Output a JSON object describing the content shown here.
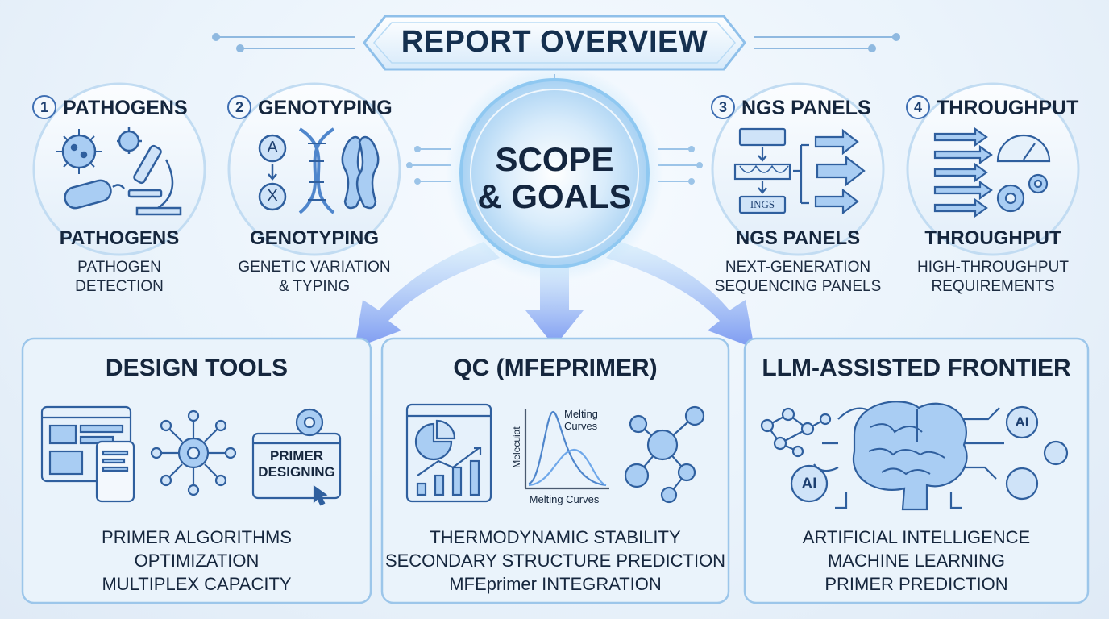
{
  "header": {
    "title": "REPORT OVERVIEW"
  },
  "hub": {
    "line1": "SCOPE",
    "line2": "& GOALS"
  },
  "categories": [
    {
      "number": "1",
      "heading": "PATHOGENS",
      "name": "PATHOGENS",
      "desc": [
        "PATHOGEN",
        "DETECTION"
      ]
    },
    {
      "number": "2",
      "heading": "GENOTYPING",
      "name": "GENOTYPING",
      "desc": [
        "GENETIC VARIATION",
        "& TYPING"
      ]
    },
    {
      "number": "3",
      "heading": "NGS PANELS",
      "name": "NGS PANELS",
      "desc": [
        "NEXT-GENERATION",
        "SEQUENCING PANELS"
      ]
    },
    {
      "number": "4",
      "heading": "THROUGHPUT",
      "name": "THROUGHPUT",
      "desc": [
        "HIGH-THROUGHPUT",
        "REQUIREMENTS"
      ]
    }
  ],
  "icon_labels": {
    "allele_a": "A",
    "allele_x": "X",
    "ngs_box": "INGS",
    "primer_screen": [
      "PRIMER",
      "DESIGNING"
    ],
    "melting_title": [
      "Melting",
      "Curves"
    ],
    "melting_ylabel": "Melecuiat",
    "melting_xlabel": "Melting Curves",
    "ai_badge": "AI"
  },
  "panels": [
    {
      "title": "DESIGN TOOLS",
      "items": [
        "PRIMER ALGORITHMS",
        "OPTIMIZATION",
        "MULTIPLEX CAPACITY"
      ]
    },
    {
      "title": "QC (MFEPRIMER)",
      "items": [
        "THERMODYNAMIC STABILITY",
        "SECONDARY STRUCTURE PREDICTION",
        "MFEprimer INTEGRATION"
      ]
    },
    {
      "title": "LLM-ASSISTED FRONTIER",
      "items": [
        "ARTIFICIAL INTELLIGENCE",
        "MACHINE LEARNING",
        "PRIMER PREDICTION"
      ]
    }
  ],
  "colors": {
    "primary": "#3f76c6",
    "accent": "#6fa8ea",
    "panel_bg": "#eaf3fb",
    "text": "#15263d"
  }
}
